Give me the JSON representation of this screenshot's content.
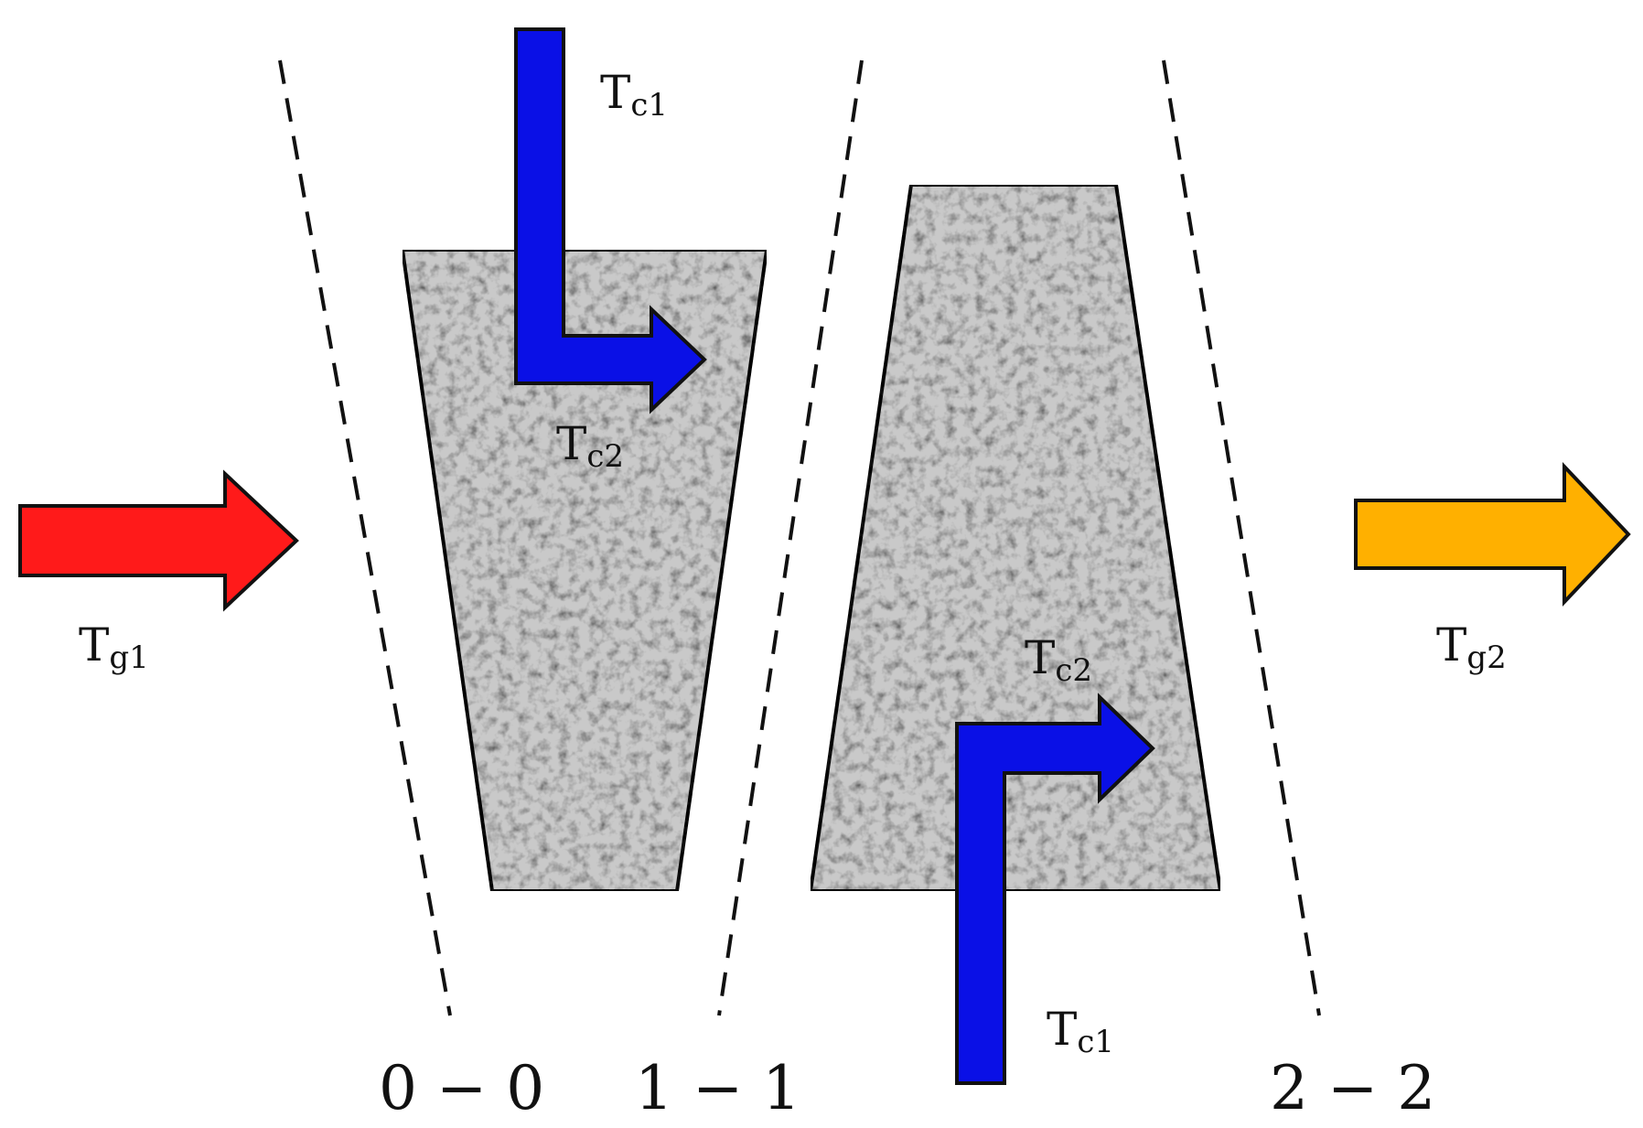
{
  "colors": {
    "hot_gas_arrow": "#ff1a1a",
    "cool_gas_arrow": "#ffb000",
    "coolant_arrow": "#0a10e6",
    "blade_fill": "#c9c9c9",
    "outline": "#111111"
  },
  "gas_inlet": {
    "main": "T",
    "sub": "g1"
  },
  "gas_outlet": {
    "main": "T",
    "sub": "g2"
  },
  "blade1": {
    "coolant_in": {
      "main": "T",
      "sub": "c1"
    },
    "coolant_out": {
      "main": "T",
      "sub": "c2"
    }
  },
  "blade2": {
    "coolant_in": {
      "main": "T",
      "sub": "c1"
    },
    "coolant_out": {
      "main": "T",
      "sub": "c2"
    }
  },
  "sections": [
    "0 − 0",
    "1 − 1",
    "2 − 2"
  ]
}
